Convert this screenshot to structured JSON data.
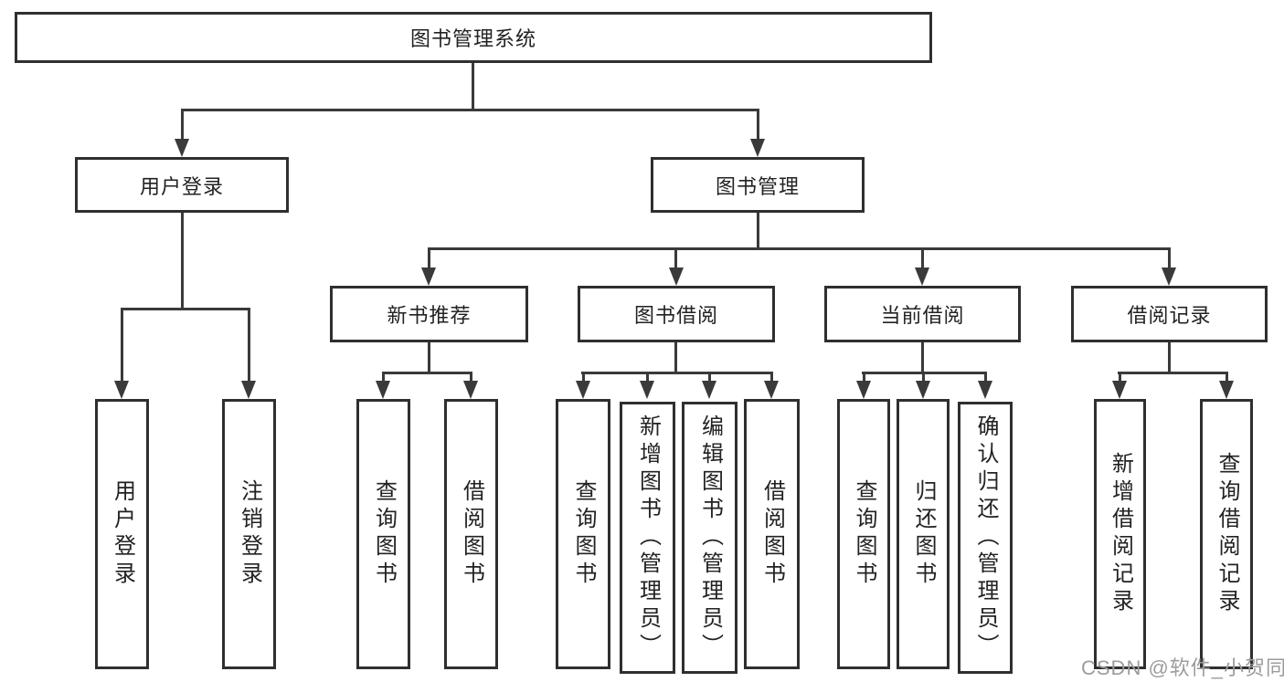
{
  "diagram": {
    "root": {
      "label": "图书管理系统"
    },
    "branches": [
      {
        "label": "用户登录",
        "children": [
          {
            "label": "用户登录"
          },
          {
            "label": "注销登录"
          }
        ]
      },
      {
        "label": "图书管理",
        "groups": [
          {
            "label": "新书推荐",
            "children": [
              {
                "label": "查询图书"
              },
              {
                "label": "借阅图书"
              }
            ]
          },
          {
            "label": "图书借阅",
            "children": [
              {
                "label": "查询图书"
              },
              {
                "label": "新增图书（管理员）"
              },
              {
                "label": "编辑图书（管理员）"
              },
              {
                "label": "借阅图书"
              }
            ]
          },
          {
            "label": "当前借阅",
            "children": [
              {
                "label": "查询图书"
              },
              {
                "label": "归还图书"
              },
              {
                "label": "确认归还（管理员）"
              }
            ]
          },
          {
            "label": "借阅记录",
            "children": [
              {
                "label": "新增借阅记录"
              },
              {
                "label": "查询借阅记录"
              }
            ]
          }
        ]
      }
    ]
  },
  "watermark": {
    "text": "CSDN @软件_小贺同学"
  },
  "colors": {
    "line": "#3a3a3a",
    "box_border": "#2f2f2f",
    "background": "#ffffff",
    "text": "#222222",
    "watermark": "#9c9c9c"
  }
}
